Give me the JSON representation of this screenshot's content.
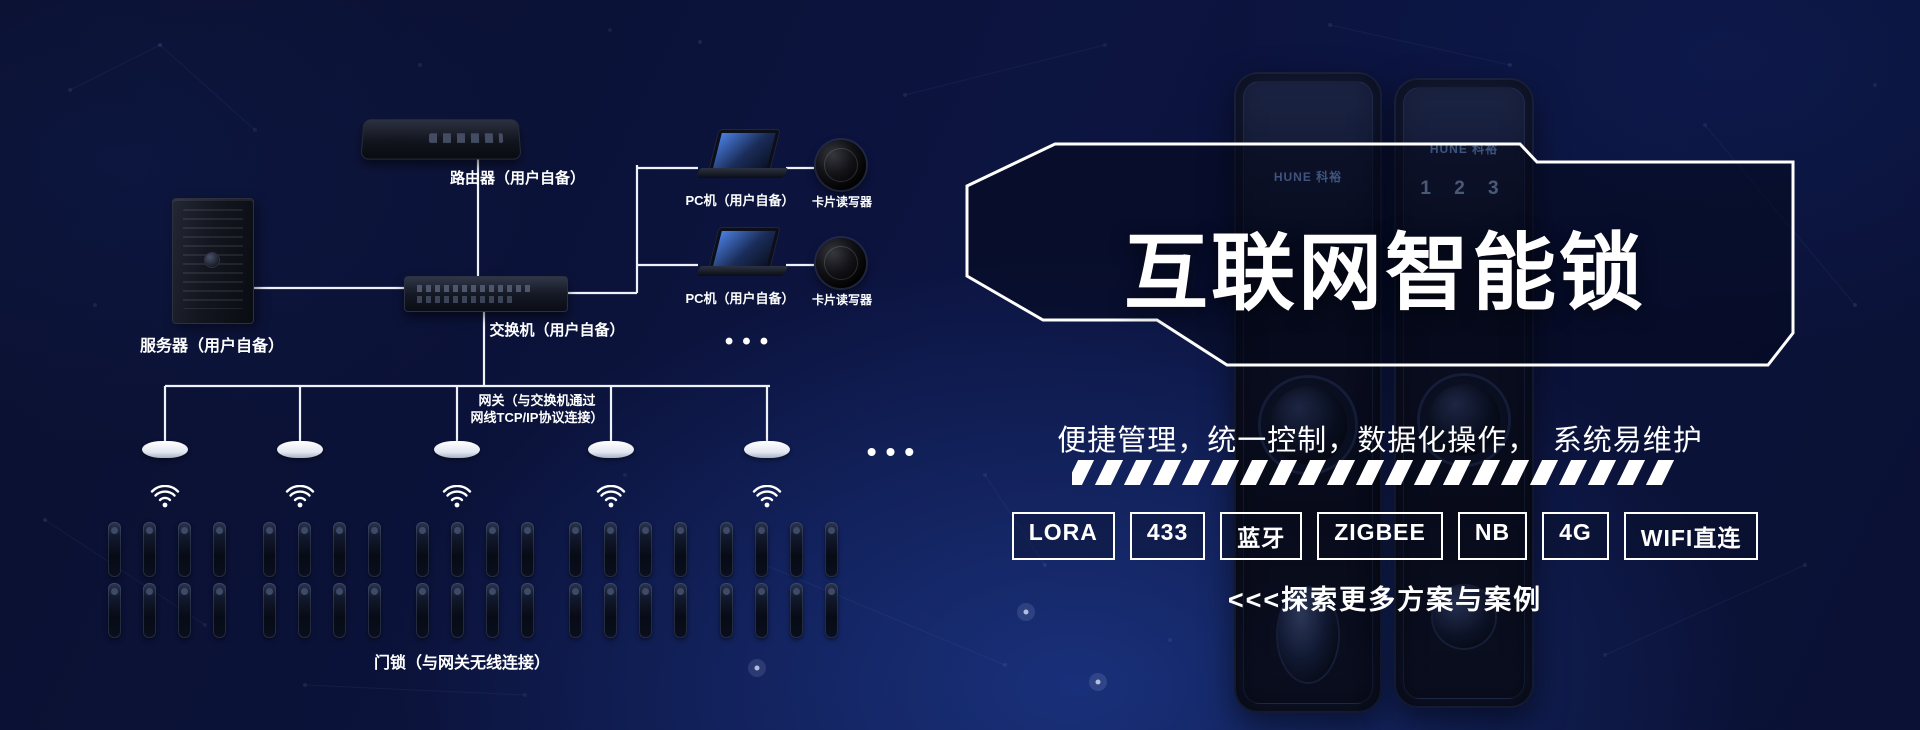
{
  "colors": {
    "background_deep": "#0a102e",
    "background_blue": "#12245e",
    "line_white": "#ffffff",
    "brand_text": "#7fa6e8"
  },
  "diagram": {
    "server_label": "服务器（用户自备）",
    "router_label": "路由器（用户自备）",
    "switch_label": "交换机（用户自备）",
    "pc1_label": "PC机（用户自备）",
    "pc2_label": "PC机（用户自备）",
    "reader1_label": "卡片读写器",
    "reader2_label": "卡片读写器",
    "pc_more": "•••",
    "gateway_note_line1": "网关（与交换机通过",
    "gateway_note_line2": "网线TCP/IP协议连接）",
    "gateway_more": "•••",
    "gateway_count": 5,
    "lock_rows": 2,
    "lock_clusters": 5,
    "locks_per_cluster": 4,
    "locks_label": "门锁（与网关无线连接）"
  },
  "hero": {
    "title": "互联网智能锁",
    "subtitle": "便捷管理，统一控制，数据化操作，　系统易维护",
    "stripe_count": 21,
    "tags": [
      "LORA",
      "433",
      "蓝牙",
      "ZIGBEE",
      "NB",
      "4G",
      "WIFI直连"
    ],
    "cta": "<<<探索更多方案与案例",
    "locks": [
      {
        "brand": "HUNE 科裕"
      },
      {
        "brand": "HUNE 科裕",
        "keys": "1 2 3"
      }
    ]
  }
}
